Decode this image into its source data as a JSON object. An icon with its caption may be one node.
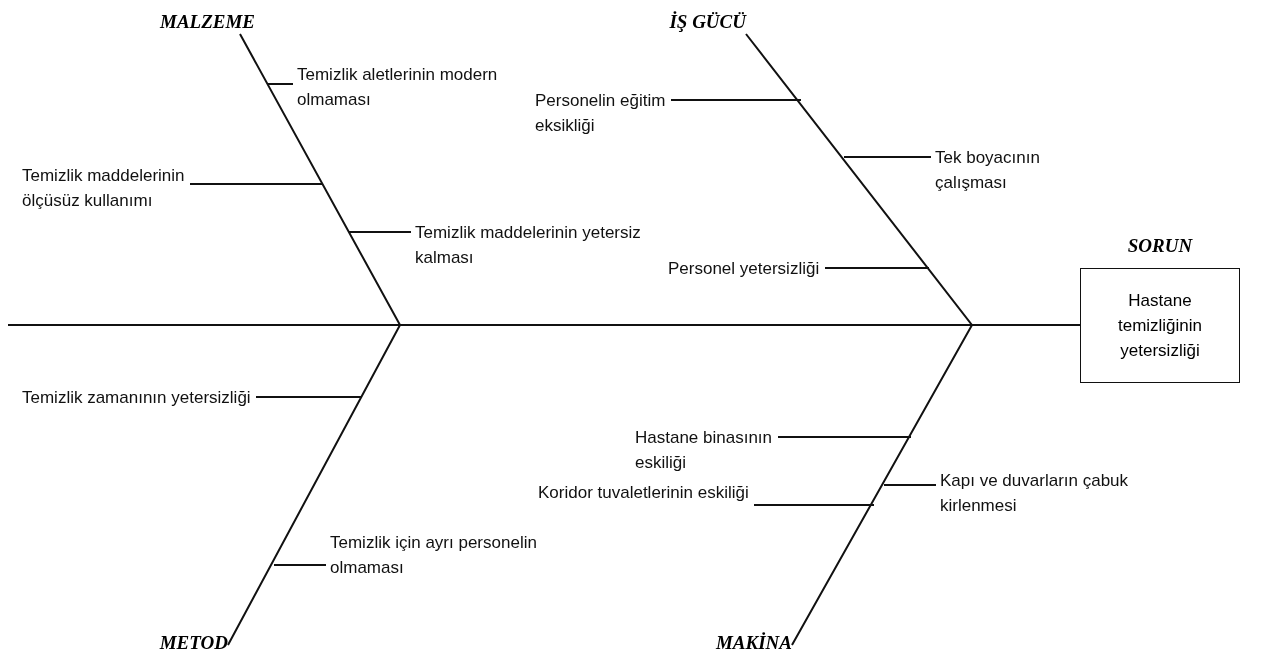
{
  "diagram": {
    "nodes": [
      {
        "text": [
          "MALZEME"
        ]
      },
      {
        "text": [
          "İŞ GÜCÜ"
        ]
      },
      {
        "text": [
          "METOD"
        ]
      },
      {
        "text": [
          "MAKİNA"
        ]
      },
      {
        "text": [
          "SORUN",
          "Hastane temizliğinin yetersizliği"
        ]
      },
      {
        "text": [
          "Temizlik aletlerinin modern olmaması"
        ]
      },
      {
        "text": [
          "Personelin eğitim eksikliği"
        ]
      },
      {
        "text": [
          "Tek boyacının çalışması"
        ]
      },
      {
        "text": [
          "Temizlik maddelerinin ölçüsüz kullanımı"
        ]
      },
      {
        "text": [
          "Temizlik maddelerinin yetersiz kalması"
        ]
      },
      {
        "text": [
          "Personel yetersizliği"
        ]
      },
      {
        "text": [
          "Temizlik zamanının yetersizliği"
        ]
      },
      {
        "text": [
          "Hastane binasının eskiliği"
        ]
      },
      {
        "text": [
          "Kapı ve duvarların çabuk kirlenmesi"
        ]
      },
      {
        "text": [
          "Koridor tuvaletlerinin eskiliği"
        ]
      },
      {
        "text": [
          "Temizlik için ayrı personelin olmaması"
        ]
      }
    ],
    "edges": [
      {
        "from": 0,
        "to": 4,
        "arrow": "none"
      },
      {
        "from": 1,
        "to": 4,
        "arrow": "none"
      },
      {
        "from": 2,
        "to": 4,
        "arrow": "none"
      },
      {
        "from": 3,
        "to": 4,
        "arrow": "none"
      },
      {
        "from": 5,
        "to": null,
        "arrow": "none"
      },
      {
        "from": 6,
        "to": null,
        "arrow": "none"
      },
      {
        "from": 7,
        "to": null,
        "arrow": "none"
      },
      {
        "from": 8,
        "to": null,
        "arrow": "none"
      },
      {
        "from": 9,
        "to": null,
        "arrow": "none"
      },
      {
        "from": 10,
        "to": null,
        "arrow": "none"
      },
      {
        "from": 11,
        "to": null,
        "arrow": "none"
      },
      {
        "from": 12,
        "to": null,
        "arrow": "none"
      },
      {
        "from": 13,
        "to": null,
        "arrow": "none"
      },
      {
        "from": 14,
        "to": null,
        "arrow": "none"
      },
      {
        "from": 15,
        "to": null,
        "arrow": "none"
      }
    ]
  }
}
